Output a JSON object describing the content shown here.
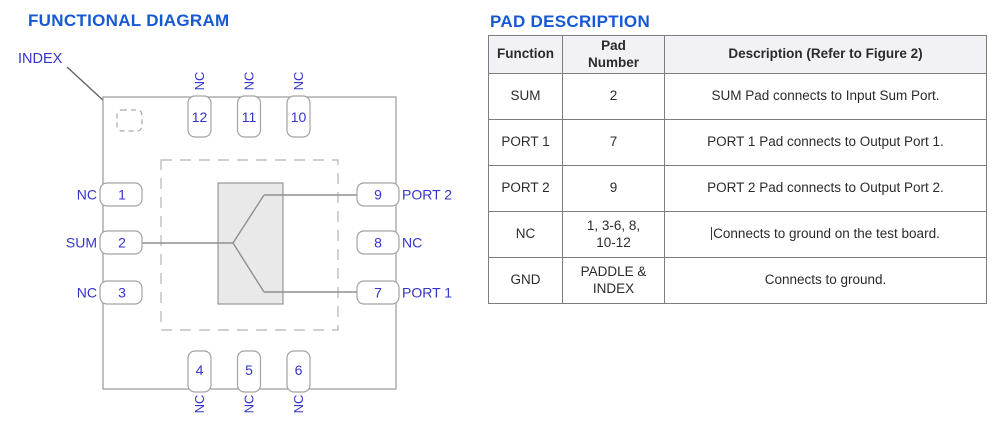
{
  "functional_diagram": {
    "title": "FUNCTIONAL DIAGRAM",
    "index_label": "INDEX",
    "pins": {
      "top": [
        {
          "number": "12",
          "label": "NC"
        },
        {
          "number": "11",
          "label": "NC"
        },
        {
          "number": "10",
          "label": "NC"
        }
      ],
      "left": [
        {
          "number": "1",
          "label": "NC"
        },
        {
          "number": "2",
          "label": "SUM"
        },
        {
          "number": "3",
          "label": "NC"
        }
      ],
      "right": [
        {
          "number": "9",
          "label": "PORT 2"
        },
        {
          "number": "8",
          "label": "NC"
        },
        {
          "number": "7",
          "label": "PORT 1"
        }
      ],
      "bottom": [
        {
          "number": "4",
          "label": "NC"
        },
        {
          "number": "5",
          "label": "NC"
        },
        {
          "number": "6",
          "label": "NC"
        }
      ]
    }
  },
  "pad_table": {
    "title": "PAD DESCRIPTION",
    "columns": {
      "function": "Function",
      "pad_number": "Pad Number",
      "description": "Description (Refer to Figure 2)"
    },
    "rows": [
      {
        "function": "SUM",
        "pad": "2",
        "description": "SUM Pad connects to Input Sum Port."
      },
      {
        "function": "PORT 1",
        "pad": "7",
        "description": "PORT 1 Pad connects to Output Port 1."
      },
      {
        "function": "PORT 2",
        "pad": "9",
        "description": "PORT 2 Pad connects to Output Port 2."
      },
      {
        "function": "NC",
        "pad": "1, 3-6, 8, 10-12",
        "description": "Connects to ground on the test board."
      },
      {
        "function": "GND",
        "pad": "PADDLE & INDEX",
        "description": "Connects to ground."
      }
    ]
  },
  "colors": {
    "heading_blue": "#1659d2",
    "label_blue": "#3434c8",
    "package_outline_gray": "#999999",
    "paddle_fill_gray": "#e9e9e9",
    "table_header_bg": "#f1f1f6"
  }
}
